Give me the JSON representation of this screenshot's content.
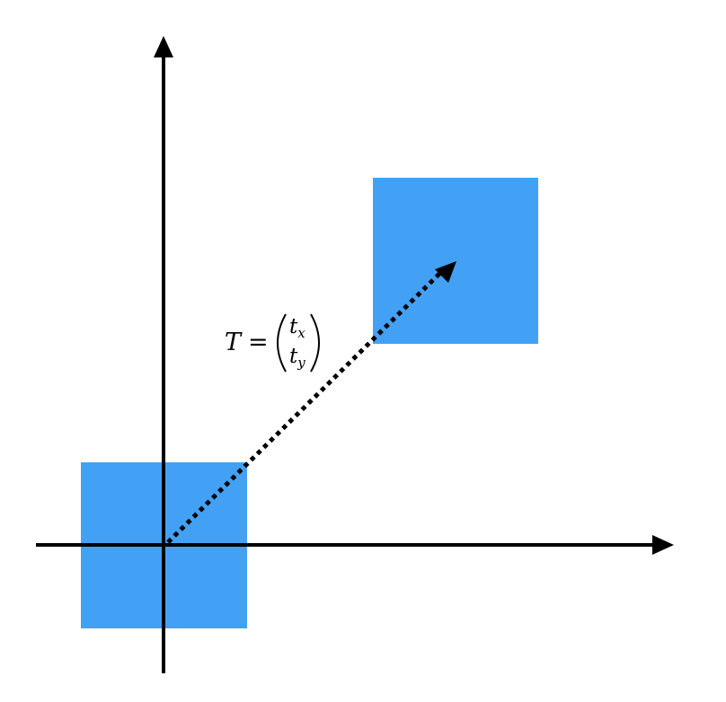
{
  "diagram": {
    "colors": {
      "square": "#42a1f5",
      "axis": "#000000",
      "arrow": "#000000",
      "background": "#ffffff"
    },
    "label": {
      "symbol": "T",
      "equals": "=",
      "top_base": "t",
      "top_sub": "x",
      "bottom_base": "t",
      "bottom_sub": "y"
    }
  }
}
